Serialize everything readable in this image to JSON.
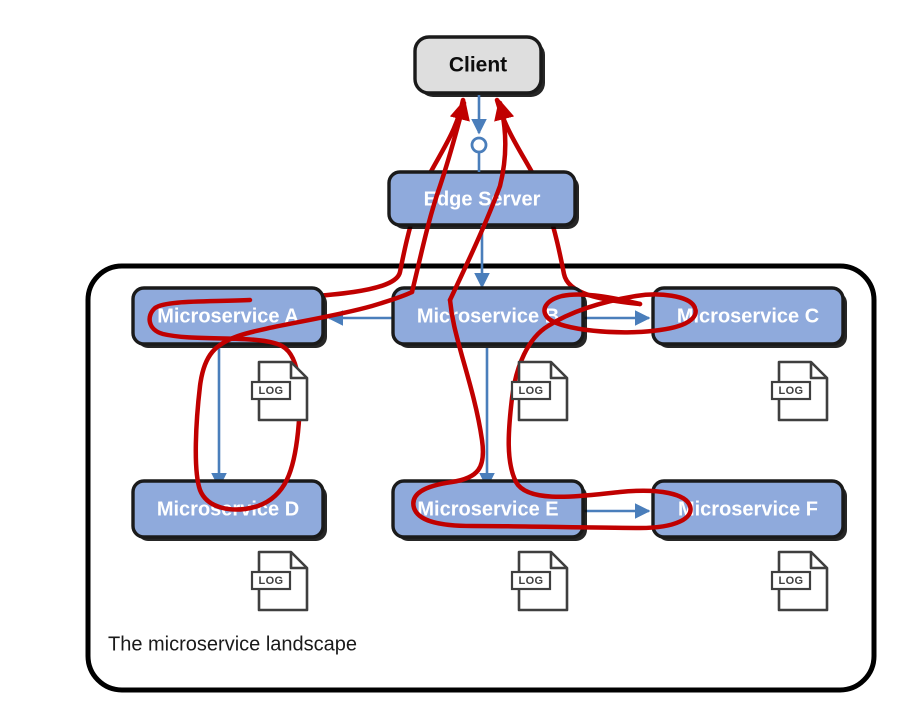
{
  "diagram": {
    "title": "The microservice landscape",
    "caption": "The microservice landscape",
    "colors": {
      "service_fill": "#8FAADC",
      "service_stroke": "#1A1A1A",
      "client_fill": "#DEDEDE",
      "client_stroke": "#1A1A1A",
      "flow_arrow": "#4A7EBB",
      "trace_line": "#C00000",
      "log_stroke": "#3F3F3F",
      "container_stroke": "#000000",
      "label_text": "#FFFFFF",
      "client_text": "#0D0D0D",
      "caption_text": "#1A1A1A"
    },
    "client": {
      "label": "Client"
    },
    "edge_server": {
      "label": "Edge Server"
    },
    "landscape": {
      "caption": "The microservice landscape"
    },
    "services": [
      {
        "id": "a",
        "label": "Microservice A",
        "row": "top",
        "column": "left"
      },
      {
        "id": "b",
        "label": "Microservice B",
        "row": "top",
        "column": "center"
      },
      {
        "id": "c",
        "label": "Microservice C",
        "row": "top",
        "column": "right"
      },
      {
        "id": "d",
        "label": "Microservice D",
        "row": "bottom",
        "column": "left"
      },
      {
        "id": "e",
        "label": "Microservice E",
        "row": "bottom",
        "column": "center"
      },
      {
        "id": "f",
        "label": "Microservice F",
        "row": "bottom",
        "column": "right"
      }
    ],
    "log_icons": [
      {
        "id": "log-a",
        "label": "LOG",
        "service": "a"
      },
      {
        "id": "log-b",
        "label": "LOG",
        "service": "b"
      },
      {
        "id": "log-c",
        "label": "LOG",
        "service": "c"
      },
      {
        "id": "log-d",
        "label": "LOG",
        "service": "d"
      },
      {
        "id": "log-e",
        "label": "LOG",
        "service": "e"
      },
      {
        "id": "log-f",
        "label": "LOG",
        "service": "f"
      }
    ],
    "flows": [
      {
        "id": "flow-client-edge",
        "from": "client",
        "to": "edge_server",
        "style": "blue-arrow",
        "marker": "circle"
      },
      {
        "id": "flow-edge-b",
        "from": "edge_server",
        "to": "b",
        "style": "blue-arrow"
      },
      {
        "id": "flow-b-a",
        "from": "b",
        "to": "a",
        "style": "blue-arrow"
      },
      {
        "id": "flow-b-c",
        "from": "b",
        "to": "c",
        "style": "blue-arrow"
      },
      {
        "id": "flow-a-d",
        "from": "a",
        "to": "d",
        "style": "blue-arrow"
      },
      {
        "id": "flow-b-e",
        "from": "b",
        "to": "e",
        "style": "blue-arrow"
      },
      {
        "id": "flow-e-f",
        "from": "e",
        "to": "f",
        "style": "blue-arrow"
      }
    ],
    "traces": [
      {
        "id": "trace-left",
        "description": "red trace from client through edge server into microservice A and D"
      },
      {
        "id": "trace-right",
        "description": "red trace from client through edge server into microservice B, C, E and F"
      }
    ]
  }
}
